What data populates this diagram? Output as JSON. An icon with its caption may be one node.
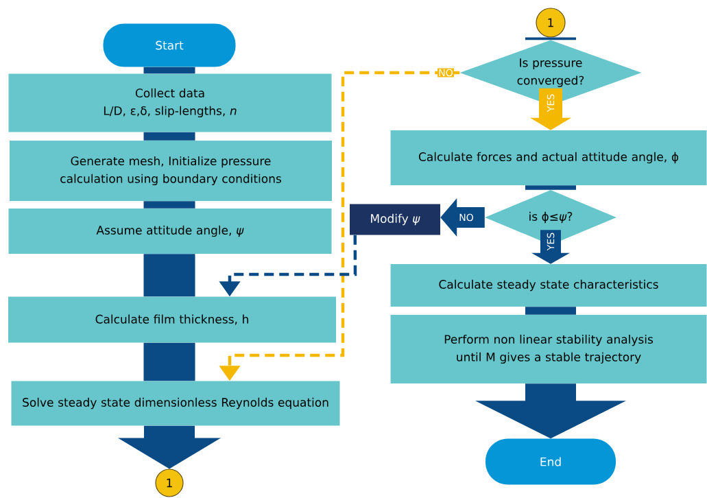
{
  "diagram": {
    "nodes": [
      {
        "text": [
          "Start"
        ]
      },
      {
        "text": [
          "Collect data",
          "L/D, ε,δ, slip-lengths, *n*"
        ]
      },
      {
        "text": [
          "Generate mesh, Initialize pressure calculation using boundary conditions"
        ]
      },
      {
        "text": [
          "Assume attitude angle, *ψ*"
        ]
      },
      {
        "text": [
          "Calculate film thickness, h"
        ]
      },
      {
        "text": [
          "Solve steady state dimensionless Reynolds equation"
        ]
      },
      {
        "text": [
          "1"
        ]
      },
      {
        "text": [
          "1"
        ]
      },
      {
        "text": [
          "Is pressure converged?"
        ]
      },
      {
        "text": [
          "Calculate forces and actual attitude angle, ϕ"
        ]
      },
      {
        "text": [
          "is ϕ≤*ψ*?"
        ]
      },
      {
        "text": [
          "Modify *ψ*"
        ]
      },
      {
        "text": [
          "Calculate steady state characteristics"
        ]
      },
      {
        "text": [
          "Perform non linear stability analysis until M gives a stable trajectory"
        ]
      },
      {
        "text": [
          "End"
        ]
      }
    ],
    "edges": [
      {
        "from": 0,
        "to": 1,
        "arrow": "none"
      },
      {
        "from": 1,
        "to": 2,
        "arrow": "none"
      },
      {
        "from": 2,
        "to": 3,
        "arrow": "none"
      },
      {
        "from": 3,
        "to": 4,
        "arrow": "none"
      },
      {
        "from": 4,
        "to": 5,
        "arrow": "none"
      },
      {
        "from": 5,
        "to": 6,
        "arrow": "to"
      },
      {
        "from": 7,
        "to": 8,
        "arrow": "none"
      },
      {
        "from": 8,
        "to": 9,
        "arrow": "to",
        "label": "YES",
        "color": "#f5b800"
      },
      {
        "from": 9,
        "to": 10,
        "arrow": "none"
      },
      {
        "from": 10,
        "to": 12,
        "arrow": "to",
        "label": "YES"
      },
      {
        "from": 12,
        "to": 13,
        "arrow": "none"
      },
      {
        "from": 13,
        "to": 14,
        "arrow": "to"
      },
      {
        "from": 8,
        "to": 5,
        "arrow": "to",
        "label": "NO",
        "style": "dashed",
        "color": "#f5b800"
      },
      {
        "from": 10,
        "to": 11,
        "arrow": "to",
        "label": "NO"
      },
      {
        "from": 11,
        "to": 4,
        "arrow": "to",
        "style": "dashed"
      }
    ]
  }
}
